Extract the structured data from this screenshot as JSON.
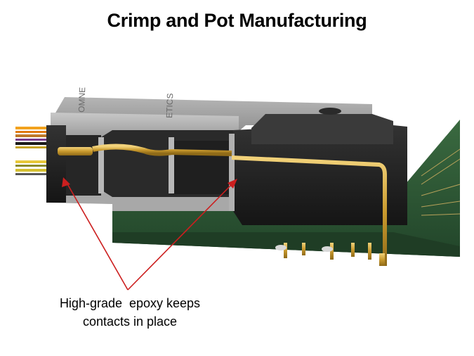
{
  "slide": {
    "title": "Crimp and Pot Manufacturing",
    "caption": {
      "line1": "High-grade  epoxy keeps",
      "line2": "contacts in place"
    },
    "housing_markings": [
      "OMNE",
      "ETICS"
    ]
  },
  "colors": {
    "pcb_green": "#2f5a35",
    "metal_gray": "#9a9a9a",
    "epoxy_black": "#1e1e1e",
    "gold": "#c9a03a",
    "arrow_red": "#cc1f1f"
  }
}
